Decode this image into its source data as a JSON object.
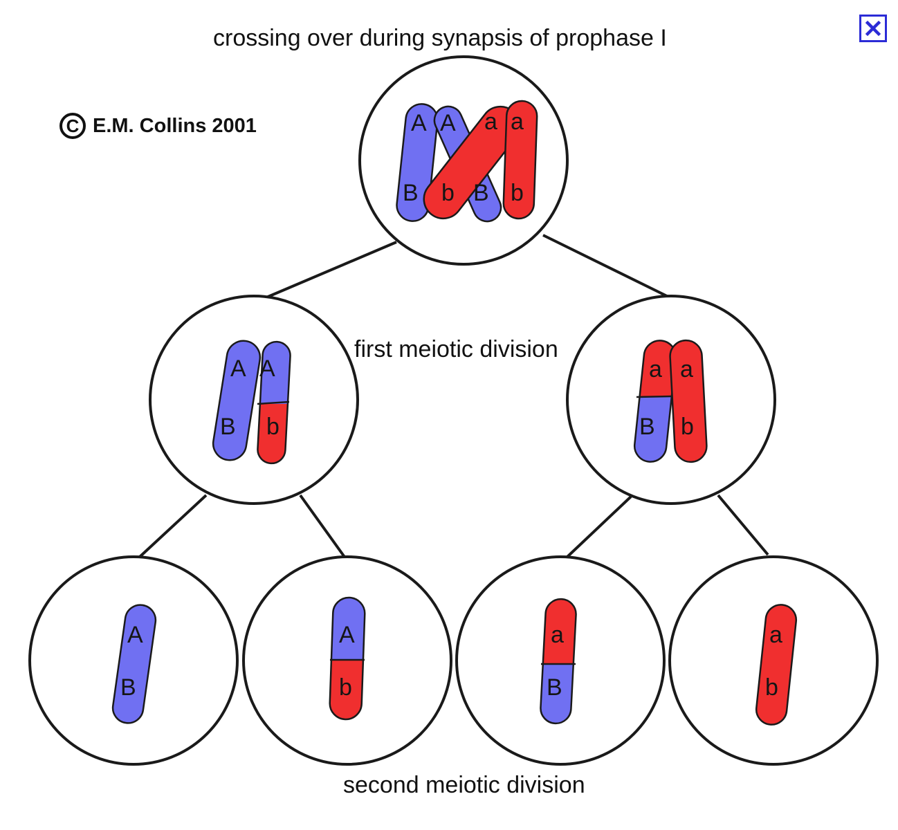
{
  "title": "crossing over during synapsis of prophase I",
  "copyright": {
    "symbol": "C",
    "text": "E.M. Collins 2001"
  },
  "labels": {
    "first_division": "first meiotic division",
    "second_division": "second meiotic division"
  },
  "colors": {
    "maternal": "#7070f2",
    "paternal": "#f02f2f",
    "outline": "#1a1a1a",
    "close_icon": "#2b2bd6"
  },
  "icons": {
    "close": "close-icon"
  },
  "alleles": {
    "top": [
      "A",
      "A",
      "a",
      "a",
      "B",
      "b",
      "B",
      "b"
    ],
    "mid_left": [
      "A",
      "A",
      "B",
      "b"
    ],
    "mid_right": [
      "a",
      "a",
      "B",
      "b"
    ],
    "bottom_1": [
      "A",
      "B"
    ],
    "bottom_2": [
      "A",
      "b"
    ],
    "bottom_3": [
      "a",
      "B"
    ],
    "bottom_4": [
      "a",
      "b"
    ]
  }
}
